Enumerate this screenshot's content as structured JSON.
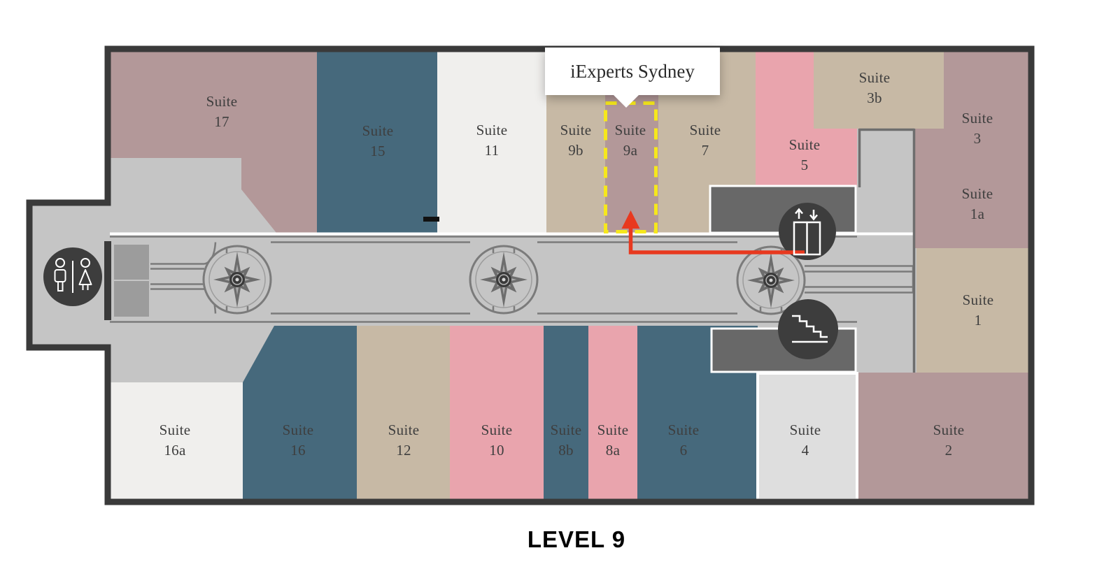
{
  "map": {
    "level_label": "LEVEL 9",
    "callout": {
      "text": "iExperts Sydney"
    },
    "suites": [
      {
        "name": "Suite",
        "num": "17",
        "fill": "#b39899"
      },
      {
        "name": "Suite",
        "num": "15",
        "fill": "#46697c"
      },
      {
        "name": "Suite",
        "num": "11",
        "fill": "#f0efed"
      },
      {
        "name": "Suite",
        "num": "9b",
        "fill": "#c7b9a5"
      },
      {
        "name": "Suite",
        "num": "9a",
        "fill": "#b39899",
        "highlighted": true
      },
      {
        "name": "Suite",
        "num": "7",
        "fill": "#c7b9a5"
      },
      {
        "name": "Suite",
        "num": "5",
        "fill": "#e9a4ad"
      },
      {
        "name": "Suite",
        "num": "3b",
        "fill": "#c7b9a5"
      },
      {
        "name": "Suite",
        "num": "3",
        "fill": "#b39899"
      },
      {
        "name": "Suite",
        "num": "1a",
        "fill": "#b39899"
      },
      {
        "name": "Suite",
        "num": "1",
        "fill": "#c7b9a5"
      },
      {
        "name": "Suite",
        "num": "2",
        "fill": "#b39899"
      },
      {
        "name": "Suite",
        "num": "16a",
        "fill": "#f0efed"
      },
      {
        "name": "Suite",
        "num": "16",
        "fill": "#46697c"
      },
      {
        "name": "Suite",
        "num": "12",
        "fill": "#c7b9a5"
      },
      {
        "name": "Suite",
        "num": "10",
        "fill": "#e9a4ad"
      },
      {
        "name": "Suite",
        "num": "8b",
        "fill": "#46697c"
      },
      {
        "name": "Suite",
        "num": "8a",
        "fill": "#e9a4ad"
      },
      {
        "name": "Suite",
        "num": "6",
        "fill": "#46697c"
      },
      {
        "name": "Suite",
        "num": "4",
        "fill": "#dedede"
      }
    ],
    "icons": [
      "restroom-icon",
      "elevator-icon",
      "stairs-icon"
    ],
    "highlight": {
      "suite": "9a",
      "border_color": "#f6e81c",
      "route_color": "#e8391f"
    },
    "palette": {
      "wall": "#3a3a3a",
      "corridor": "#c5c5c5",
      "service_area": "#686868",
      "icon_circle": "#3d3d3d"
    }
  }
}
